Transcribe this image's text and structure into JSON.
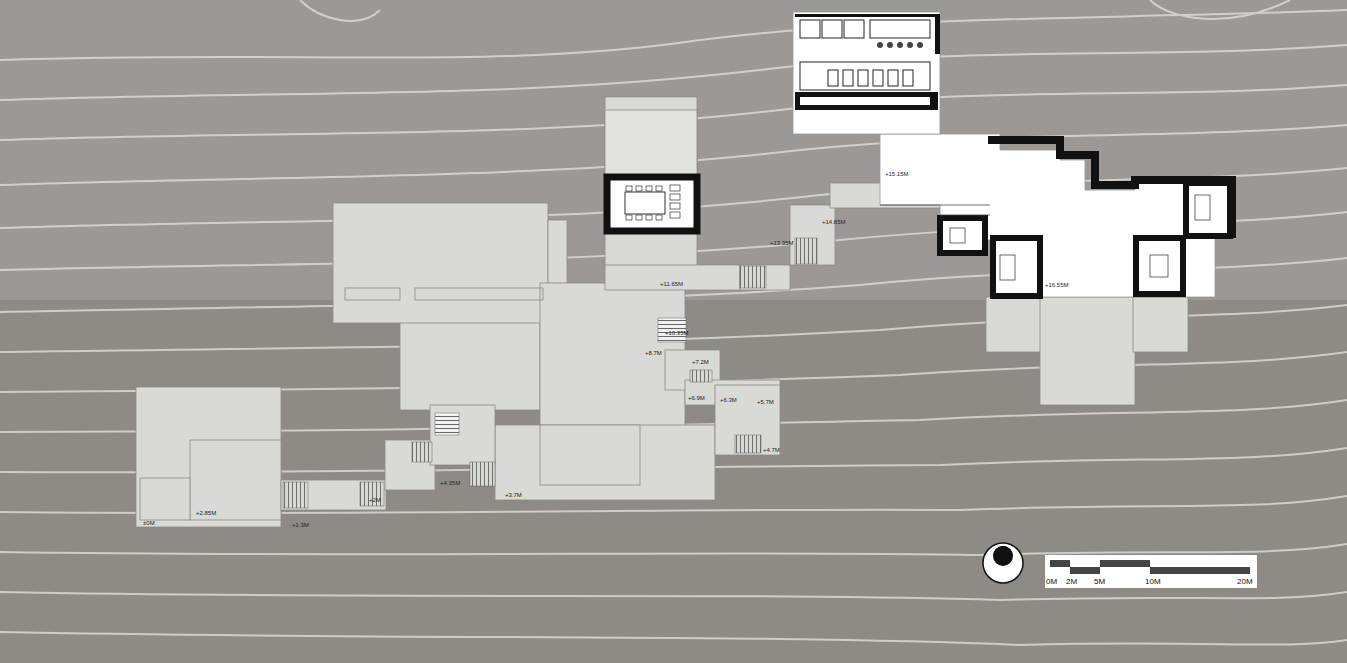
{
  "diagram": {
    "labels": [
      "±0M",
      "+2.85M",
      "+1.3M",
      "+2M",
      "+4.35M",
      "+3.7M",
      "+11.65M",
      "+10.35M",
      "+8.7M",
      "+7.2M",
      "+6.9M",
      "+6.3M",
      "+5.7M",
      "+4.7M",
      "+13.35M",
      "+14.85M",
      "+15.15M",
      "+16.55M",
      "0M",
      "2M",
      "5M",
      "10M",
      "20M"
    ]
  }
}
